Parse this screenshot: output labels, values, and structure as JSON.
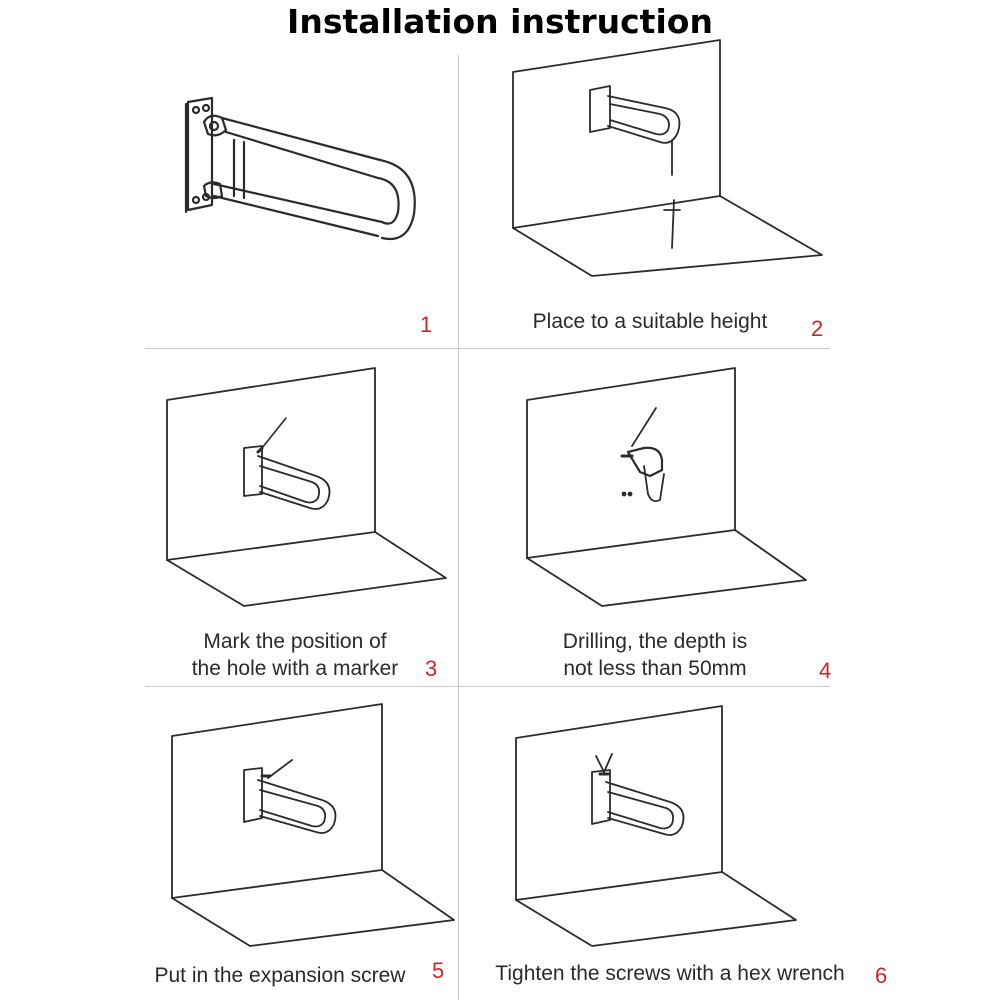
{
  "title": "Installation instruction",
  "colors": {
    "step_number": "#c62828",
    "line_art": "#2b2b2b",
    "divider": "#c8c8c8"
  },
  "steps": [
    {
      "number": "1",
      "caption": ""
    },
    {
      "number": "2",
      "caption": "Place to a suitable height"
    },
    {
      "number": "3",
      "caption_lines": [
        "Mark the position of",
        "the hole with a marker"
      ]
    },
    {
      "number": "4",
      "caption_lines": [
        "Drilling, the depth is",
        "not less than 50mm"
      ]
    },
    {
      "number": "5",
      "caption": "Put in the expansion screw"
    },
    {
      "number": "6",
      "caption": "Tighten the screws with a hex wrench"
    }
  ],
  "icons": [
    "grab-bar-icon",
    "wall-corner-icon",
    "marker-icon",
    "drill-icon",
    "screw-icon",
    "hex-wrench-icon"
  ]
}
